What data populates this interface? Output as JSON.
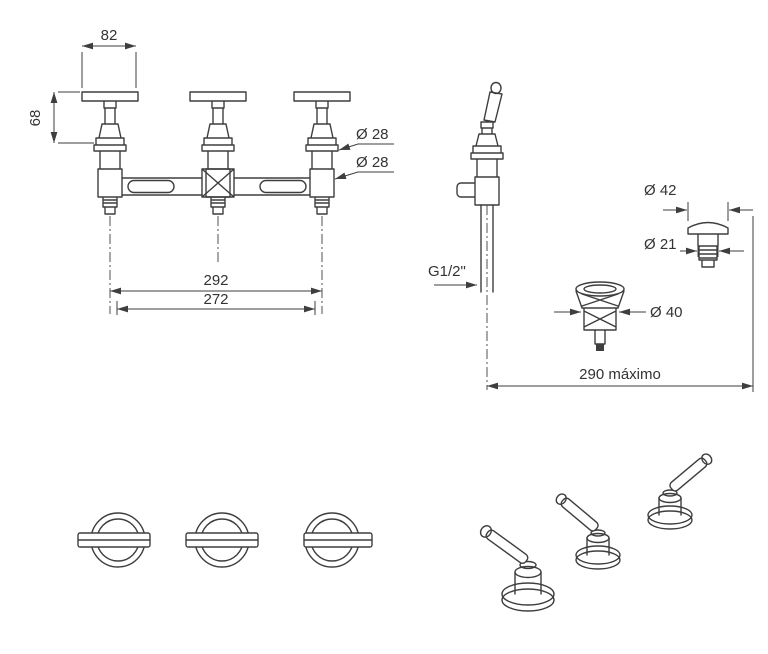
{
  "colors": {
    "line": "#3e3e3e",
    "background": "#ffffff",
    "text": "#333333"
  },
  "labels": {
    "dim_width_82": "82",
    "dim_height_68": "68",
    "dia_28_a": "Ø 28",
    "dia_28_b": "Ø 28",
    "dim_292": "292",
    "dim_272": "272",
    "thread_g12": "G1/2\"",
    "dia_42": "Ø 42",
    "dia_21": "Ø 21",
    "dia_40": "Ø 40",
    "dim_290_max": "290 máximo"
  }
}
